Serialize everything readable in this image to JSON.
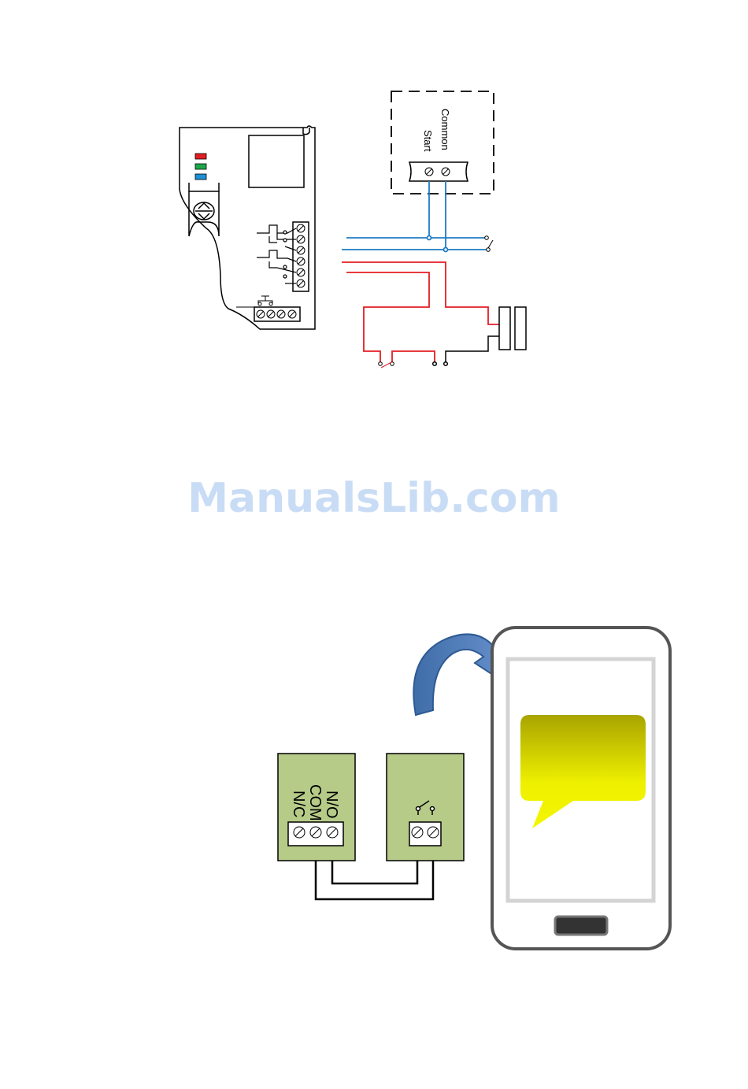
{
  "watermark": "ManualsLib.com",
  "top_diagram": {
    "access_panel_labels": {
      "common": "Common",
      "start": "Start"
    },
    "led_colors": [
      "#e31e24",
      "#1ea84a",
      "#1e90d6"
    ],
    "wire_colors": {
      "blue": "#1e7bc3",
      "red": "#e31e24"
    }
  },
  "bottom_diagram": {
    "relay_terminal_labels": {
      "no": "N/O",
      "com": "COM",
      "nc": "N/C"
    },
    "module_color": "#b6cb88",
    "message_bubble_color": "#eef000"
  }
}
